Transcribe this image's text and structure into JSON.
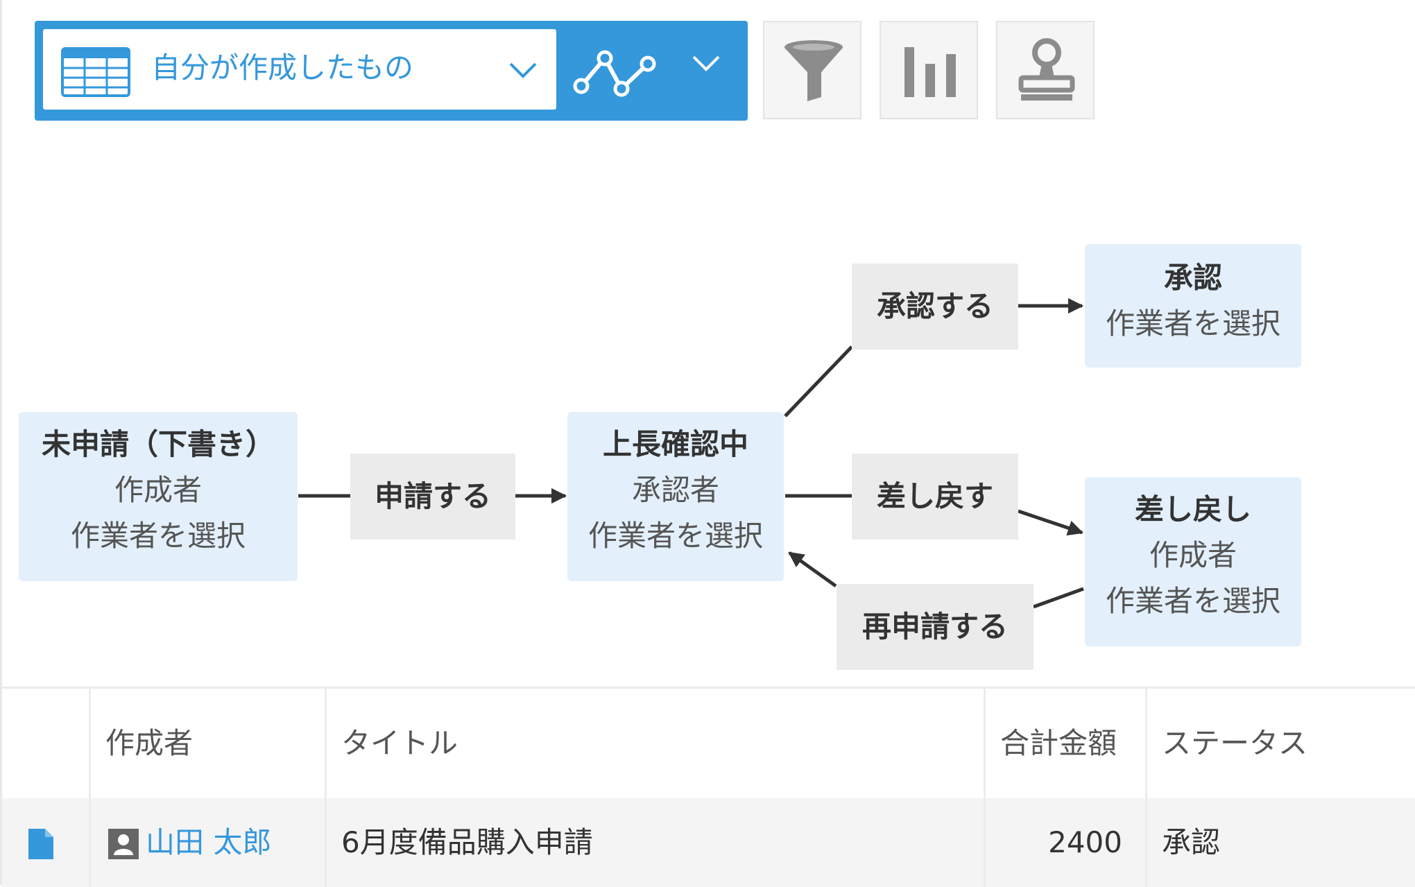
{
  "toolbar": {
    "view_label": "自分が作成したもの",
    "accent_color": "#3498db",
    "icons": [
      "table-icon",
      "chevron-down-icon",
      "line-graph-icon",
      "chevron-down-icon",
      "filter-icon",
      "bar-chart-icon",
      "stamp-icon"
    ]
  },
  "process": {
    "statuses": [
      {
        "name": "未申請（下書き）",
        "lines": [
          "作成者",
          "作業者を選択"
        ]
      },
      {
        "name": "上長確認中",
        "lines": [
          "承認者",
          "作業者を選択"
        ]
      },
      {
        "name": "承認",
        "lines": [
          "作業者を選択"
        ]
      },
      {
        "name": "差し戻し",
        "lines": [
          "作成者",
          "作業者を選択"
        ]
      }
    ],
    "actions": {
      "apply": "申請する",
      "approve": "承認する",
      "send_back": "差し戻す",
      "reapply": "再申請する"
    },
    "colors": {
      "status_bg": "#e3f0fb",
      "action_bg": "#ebebeb"
    }
  },
  "table": {
    "headers": {
      "creator": "作成者",
      "title": "タイトル",
      "total": "合計金額",
      "status": "ステータス"
    },
    "rows": [
      {
        "creator": "山田 太郎",
        "title": "6月度備品購入申請",
        "total": "2400",
        "status": "承認"
      }
    ]
  }
}
